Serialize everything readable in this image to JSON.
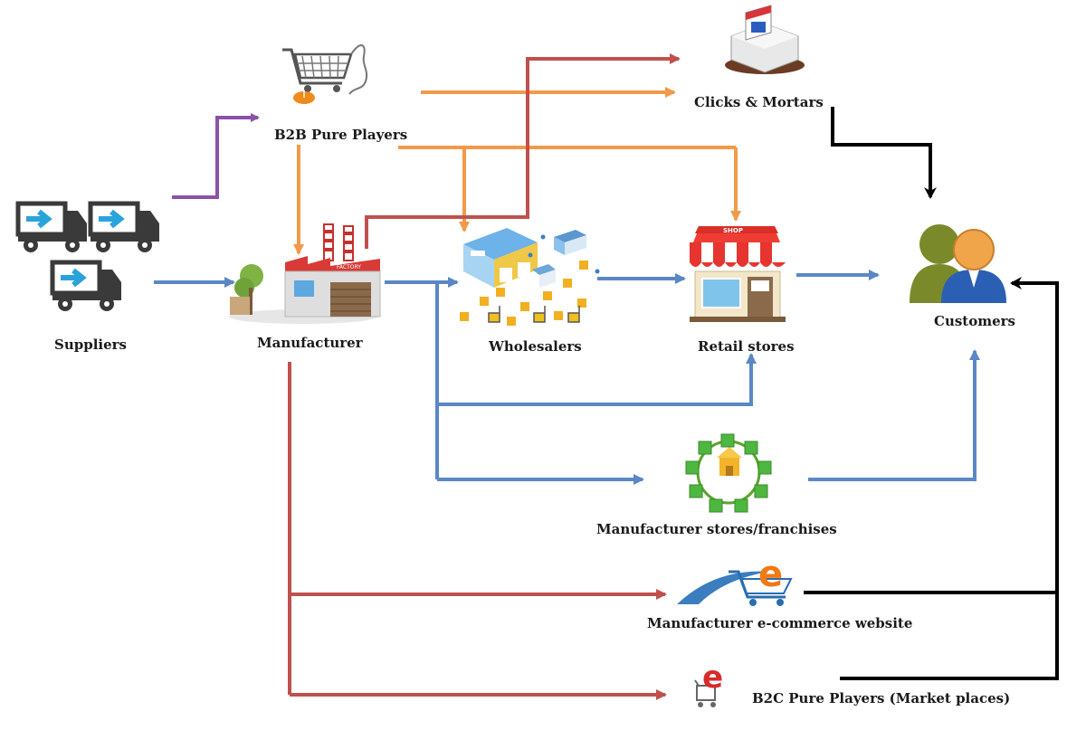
{
  "nodes": {
    "suppliers": "Suppliers",
    "b2b_pure_players": "B2B Pure Players",
    "clicks_mortars": "Clicks & Mortars",
    "manufacturer": "Manufacturer",
    "wholesalers": "Wholesalers",
    "retail_stores": "Retail stores",
    "customers": "Customers",
    "manufacturer_stores": "Manufacturer stores/franchises",
    "manufacturer_ecommerce": "Manufacturer  e-commerce website",
    "b2c_pure_players": "B2C Pure Players (Market places)"
  },
  "icon_text": {
    "factory": "FACTORY",
    "shop": "SHOP",
    "ecommerce_letter": "e"
  },
  "flow_colors": {
    "suppliers_to_b2b": "#8a52a8",
    "b2b_flows": "#f29a4a",
    "manufacturer_direct": "#c0504d",
    "physical_distribution": "#5b87c5",
    "online_to_customer": "#000000"
  }
}
